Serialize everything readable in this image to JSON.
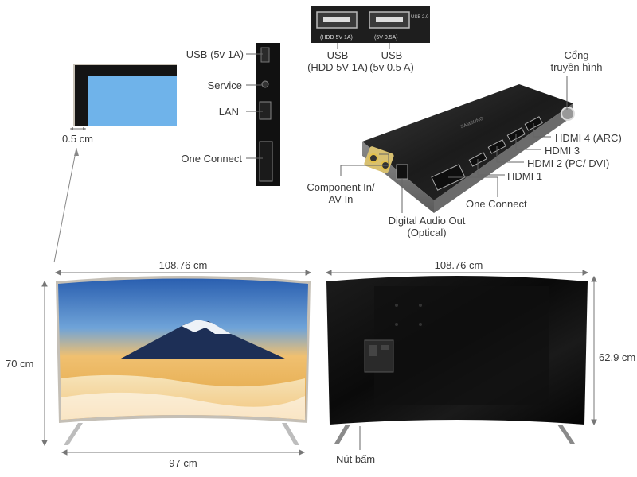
{
  "labels": {
    "bezel": "0.5 cm",
    "side_usb": "USB (5v 1A)",
    "side_service": "Service",
    "side_lan": "LAN",
    "side_one_connect": "One Connect",
    "top_usb1_line1": "USB",
    "top_usb1_line2": "(HDD 5V 1A)",
    "top_usb2_line1": "USB",
    "top_usb2_line2": "(5v 0.5 A)",
    "port_plate_usb1": "(HDD 5V 1A)",
    "port_plate_usb2": "(5V 0.5A)",
    "port_plate_usb_ver": "USB 2.0",
    "cong_line1": "Cổng",
    "cong_line2": "truyền hình",
    "hdmi4": "HDMI 4 (ARC)",
    "hdmi3": "HDMI 3",
    "hdmi2": "HDMI 2 (PC/ DVI)",
    "hdmi1": "HDMI 1",
    "box_one_connect": "One Connect",
    "component_line1": "Component In/",
    "component_line2": "AV In",
    "digital_line1": "Digital Audio Out",
    "digital_line2": "(Optical)",
    "brand": "SAMSUNG",
    "front_width": "108.76 cm",
    "back_width": "108.76 cm",
    "front_height": "70 cm",
    "back_height": "62.9 cm",
    "stand_width": "97 cm",
    "button": "Nút bấm"
  }
}
